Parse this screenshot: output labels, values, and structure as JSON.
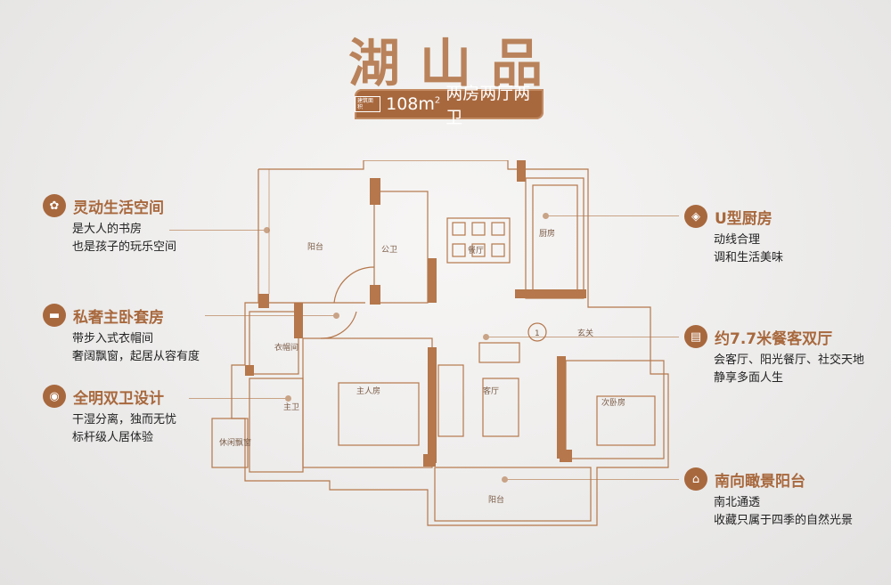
{
  "title": "湖山品",
  "badge": {
    "tag": "建筑面积",
    "area": "108m",
    "sup": "2",
    "layout": "两房两厅两卫"
  },
  "features_left": [
    {
      "heading": "灵动生活空间",
      "lines": [
        "是大人的书房",
        "也是孩子的玩乐空间"
      ]
    },
    {
      "heading": "私奢主卧套房",
      "lines": [
        "带步入式衣帽间",
        "奢阔飘窗，起居从容有度"
      ]
    },
    {
      "heading": "全明双卫设计",
      "lines": [
        "干湿分离，独而无忧",
        "标杆级人居体验"
      ]
    }
  ],
  "features_right": [
    {
      "heading": "U型厨房",
      "lines": [
        "动线合理",
        "调和生活美味"
      ]
    },
    {
      "heading": "约7.7米餐客双厅",
      "lines": [
        "会客厅、阳光餐厅、社交天地",
        "静享多面人生"
      ]
    },
    {
      "heading": "南向瞰景阳台",
      "lines": [
        "南北通透",
        "收藏只属于四季的自然光景"
      ]
    }
  ],
  "rooms": {
    "balcony_north": "阳台",
    "public_bath": "公卫",
    "dining": "餐厅",
    "kitchen": "厨房",
    "entry": "玄关",
    "closet": "衣帽间",
    "master": "主人房",
    "living": "客厅",
    "bedroom2": "次卧房",
    "master_bath": "主卫",
    "bay_window": "休闲飘窗",
    "balcony_south": "阳台",
    "unit_no": "1"
  },
  "colors": {
    "accent": "#a8683d",
    "wall": "#b5774b",
    "line": "#c9a386"
  }
}
